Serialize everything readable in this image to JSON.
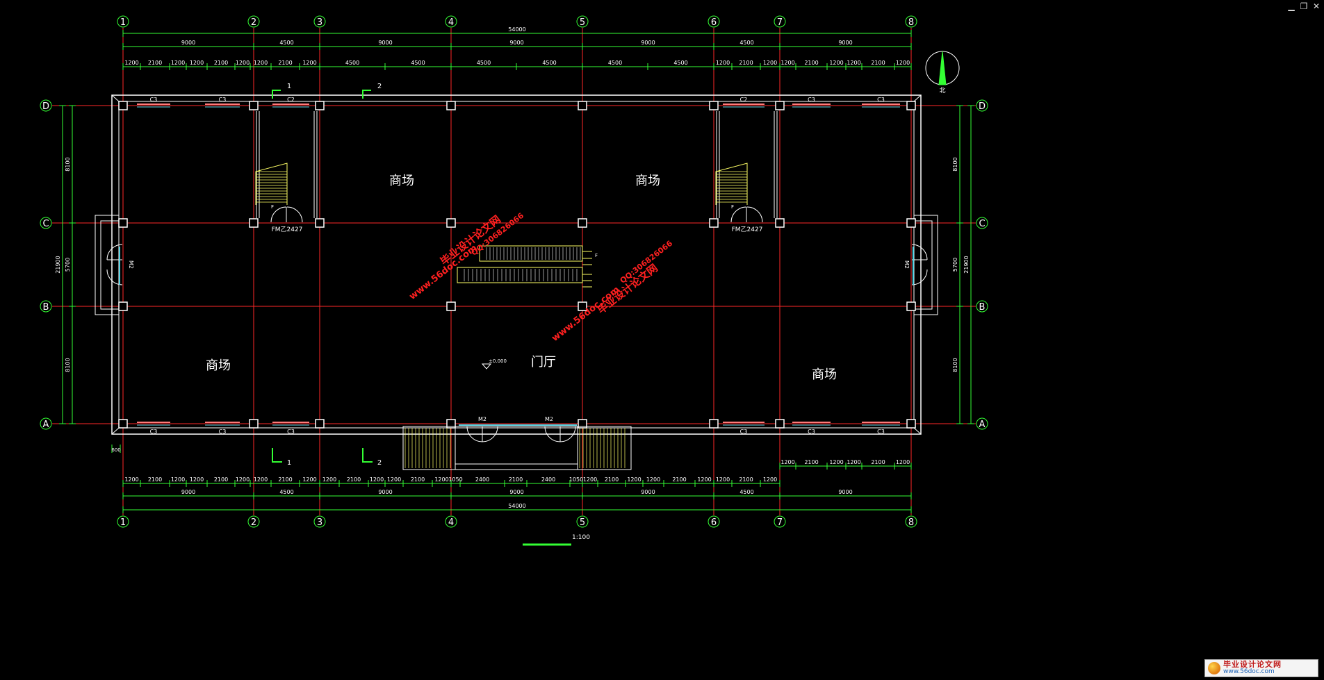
{
  "window": {
    "minimize_icon": "minimize-icon",
    "restore_icon": "restore-icon",
    "close_icon": "close-icon"
  },
  "grid": {
    "x_axes": [
      "1",
      "2",
      "3",
      "4",
      "5",
      "6",
      "7",
      "8"
    ],
    "y_axes": [
      "A",
      "B",
      "C",
      "D"
    ]
  },
  "dimensions": {
    "top_total": "54000",
    "top_bays": [
      "9000",
      "4500",
      "9000",
      "9000",
      "9000",
      "4500",
      "9000"
    ],
    "top_detail": [
      "1200",
      "2100",
      "1200",
      "1200",
      "2100",
      "1200",
      "1200",
      "2100",
      "1200",
      "4500",
      "4500",
      "4500",
      "4500",
      "4500",
      "4500",
      "1200",
      "2100",
      "1200",
      "1200",
      "2100",
      "1200",
      "1200",
      "2100",
      "1200"
    ],
    "bottom_total": "54000",
    "bottom_bays": [
      "9000",
      "4500",
      "9000",
      "9000",
      "9000",
      "4500",
      "9000"
    ],
    "bottom_detail": [
      "1200",
      "2100",
      "1200",
      "1200",
      "2100",
      "1200",
      "1200",
      "2100",
      "1200",
      "1200",
      "2100",
      "1200",
      "1200",
      "2100",
      "1200",
      "1050",
      "2400",
      "2100",
      "2400",
      "1050",
      "1200",
      "2100",
      "1200",
      "1200",
      "2100",
      "1200",
      "1200",
      "2100",
      "1200"
    ],
    "bottom_right_detail": [
      "1200",
      "2100",
      "1200",
      "1200",
      "2100",
      "1200"
    ],
    "left_bays": [
      "8100",
      "5700",
      "8100"
    ],
    "left_total": "21900",
    "right_bays": [
      "8100",
      "5700",
      "8100"
    ],
    "right_total": "21900",
    "corner_offset": "600"
  },
  "windows": {
    "top_row": [
      "C3",
      "C3",
      "C2",
      "C2",
      "C3",
      "C3"
    ],
    "bottom_row": [
      "C3",
      "C3",
      "C3",
      "C3",
      "C3",
      "C3"
    ]
  },
  "doors": {
    "fire_door": "FM乙2427",
    "main_door": "M2",
    "side_door": "M2"
  },
  "rooms": {
    "mall": "商场",
    "lobby": "门厅"
  },
  "elevation": "±0.000",
  "section_marks": [
    "1",
    "2"
  ],
  "stair_mark": "F",
  "north": "北",
  "scale": "1:100",
  "watermark": {
    "site": "www.56doc.com",
    "name": "毕业设计论文网",
    "qq": "QQ:306826066"
  },
  "logo": {
    "name": "毕业设计论文网",
    "url": "www.56doc.com"
  },
  "colors": {
    "axis": "#ff2828",
    "dim": "#33ff33",
    "wall": "#ffffff",
    "window": "#ff7a7a",
    "glass": "#5ad6e6",
    "stair": "#ffff66",
    "watermark": "#ff2020"
  }
}
